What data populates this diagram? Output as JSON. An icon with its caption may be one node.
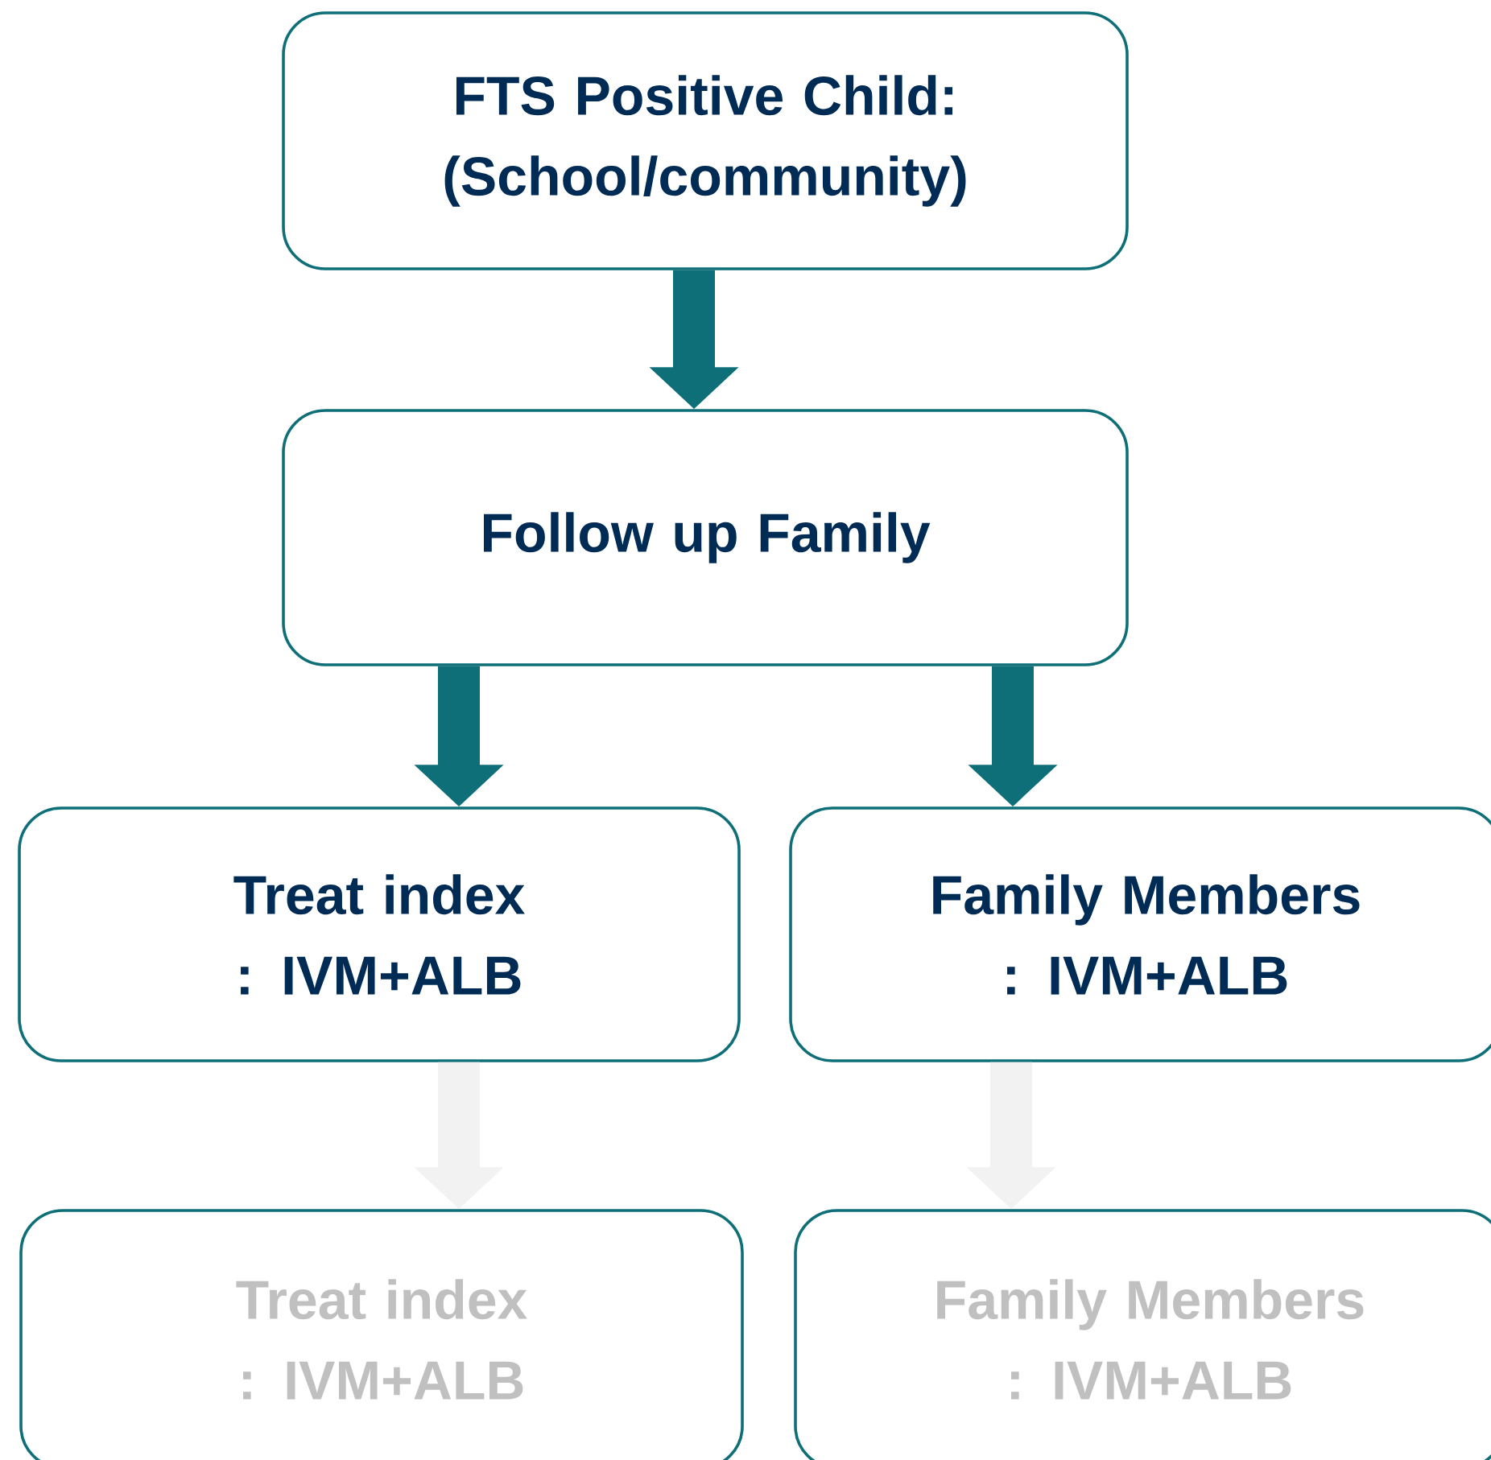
{
  "diagram": {
    "nodes": [
      {
        "text": [
          "FTS Positive Child: (School/community)"
        ]
      },
      {
        "text": [
          "Follow up Family"
        ]
      },
      {
        "text": [
          "Treat index : IVM+ALB"
        ]
      },
      {
        "text": [
          "Family Members : IVM+ALB"
        ]
      },
      {
        "text": [
          "Treat index : IVM+ALB"
        ]
      },
      {
        "text": [
          "Family Members : IVM+ALB"
        ]
      }
    ],
    "edges": [
      {
        "from": 0,
        "to": 1,
        "arrow": "to"
      },
      {
        "from": 1,
        "to": 2,
        "arrow": "to"
      },
      {
        "from": 1,
        "to": 3,
        "arrow": "to"
      },
      {
        "from": 2,
        "to": 4,
        "arrow": "to",
        "color": "#f2f2f2"
      },
      {
        "from": 3,
        "to": 5,
        "arrow": "to",
        "color": "#f2f2f2"
      }
    ]
  }
}
